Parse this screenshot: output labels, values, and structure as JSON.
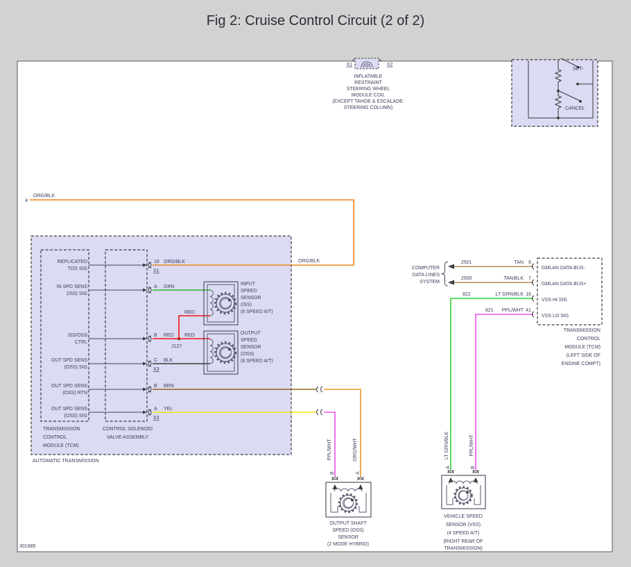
{
  "title": "Fig 2: Cruise Control Circuit (2 of 2)",
  "doc_number": "301985",
  "colors": {
    "org_blk": "#E8841C",
    "grn": "#2FB52F",
    "red": "#F01414",
    "blk": "#3A3A3A",
    "brn": "#8F6B1A",
    "yel": "#F2E50C",
    "org_wht": "#F09528",
    "ppl_wht": "#EE52EE",
    "tan": "#AD8A57",
    "lt_grn_blk": "#30D330"
  },
  "steering_coil": {
    "x1": "X1",
    "x2": "X2",
    "label": [
      "INFLATABLE",
      "RESTRAINT",
      "STEERING WHEEL",
      "MODULE COIL",
      "(EXCEPT TAHOE & ESCALADE:",
      "STEERING COLUMN)"
    ]
  },
  "cruise_switch": {
    "set": "SET-",
    "cancel": "CANCEL"
  },
  "feed": {
    "pin": "4",
    "label": "ORG/BLK",
    "label2": "ORG/BLK"
  },
  "auto_trans_label": "AUTOMATIC TRANSMISSION",
  "tcm_left": {
    "name": [
      "TRANSMISSION",
      "CONTROL",
      "MODULE (TCM)"
    ],
    "rows": [
      {
        "sig1": "REPLICATED",
        "sig2": "TOS SIG",
        "pin": "16",
        "conn": "X1",
        "wire": "ORG/BLK"
      },
      {
        "sig1": "IN SPD SENS",
        "sig2": "(ISS) SIG",
        "pin": "A",
        "wire": "GRN"
      },
      {
        "sig1": "ISS/OSS",
        "sig2": "CTRL",
        "pin": "B",
        "wire": "RED",
        "wire2": "RED",
        "wire3": "RED",
        "junction": "J127"
      },
      {
        "sig1": "OUT SPD SENS",
        "sig2": "(OSS) SIG",
        "pin": "C",
        "conn": "X3",
        "wire": "BLK"
      },
      {
        "sig1": "OUT SPD SENS",
        "sig2": "(OSS) RTN",
        "pin": "B",
        "wire": "BRN"
      },
      {
        "sig1": "OUT SPD SENS",
        "sig2": "(OSS) SIG",
        "pin": "A",
        "conn": "X3",
        "wire": "YEL"
      }
    ]
  },
  "solenoid": {
    "name": [
      "CONTROL SOLENOID",
      "VALVE ASSEMBLY"
    ]
  },
  "iss": {
    "label": [
      "INPUT",
      "SPEED",
      "SENSOR",
      "(ISS)",
      "(6 SPEED A/T)"
    ]
  },
  "oss": {
    "label": [
      "OUTPUT",
      "SPEED",
      "SENSOR",
      "(OSS)",
      "(6 SPEED A/T)"
    ]
  },
  "data_lines": {
    "name": [
      "COMPUTER",
      "DATA LINES",
      "SYSTEM"
    ]
  },
  "tcm_right": {
    "rows": [
      {
        "circuit": "2501",
        "wire": "TAN",
        "pin": "6",
        "signal": "GMLAN DATA BUS-"
      },
      {
        "circuit": "2500",
        "wire": "TAN/BLK",
        "pin": "7",
        "signal": "GMLAN DATA BUS+"
      },
      {
        "circuit": "822",
        "wire": "LT GRN/BLK",
        "pin": "16",
        "signal": "VSS HI SIG"
      },
      {
        "circuit": "821",
        "wire": "PPL/WHT",
        "pin": "41",
        "signal": "VSS LO SIG"
      }
    ],
    "name": [
      "TRANSMISSION",
      "CONTROL",
      "MODULE (TCM)",
      "(LEFT SIDE OF",
      "ENGINE COMPT)"
    ]
  },
  "oss_hybrid": {
    "wire_b": "PPL/WHT",
    "wire_a": "ORG/WHT",
    "pin_b": "B",
    "pin_a": "A",
    "label": [
      "OUTPUT SHAFT",
      "SPEED (OSS)",
      "SENSOR",
      "(2 MODE HYBRID)"
    ]
  },
  "vss": {
    "wire_a": "LT GRN/BLK",
    "wire_b": "PPL/WHT",
    "pin_a": "A",
    "pin_b": "B",
    "label": [
      "VEHICLE SPEED",
      "SENSOR (VSS)",
      "(4 SPEED A/T)",
      "(RIGHT REAR OF",
      "TRANSMISSION)"
    ]
  }
}
